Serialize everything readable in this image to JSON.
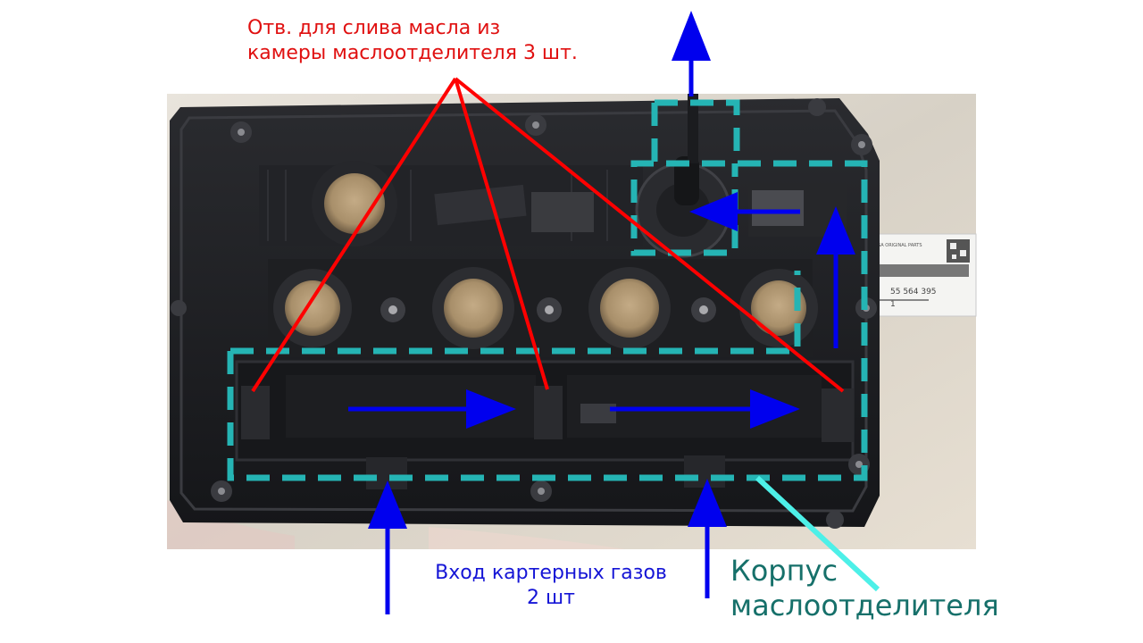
{
  "annotations": {
    "drain_holes": {
      "line1": "Отв. для слива масла из",
      "line2": "камеры  маслоотделителя 3 шт.",
      "color": "#e01010"
    },
    "gas_inlet": {
      "line1": "Вход картерных газов",
      "line2": "2 шт",
      "color": "#1515d6"
    },
    "separator_housing": {
      "line1": "Корпус",
      "line2": "маслоотделителя",
      "color": "#16706a"
    }
  },
  "sticker": {
    "brand": "PSA ORIGINAL PARTS",
    "part_number": "55 564 395",
    "quantity": "1"
  },
  "colors": {
    "red_arrow": "#ff0000",
    "blue_arrow": "#0000ee",
    "dashed_outline": "#25b4b4",
    "housing_pointer": "#4df0e8",
    "cover_plastic": "#1c1d20"
  }
}
